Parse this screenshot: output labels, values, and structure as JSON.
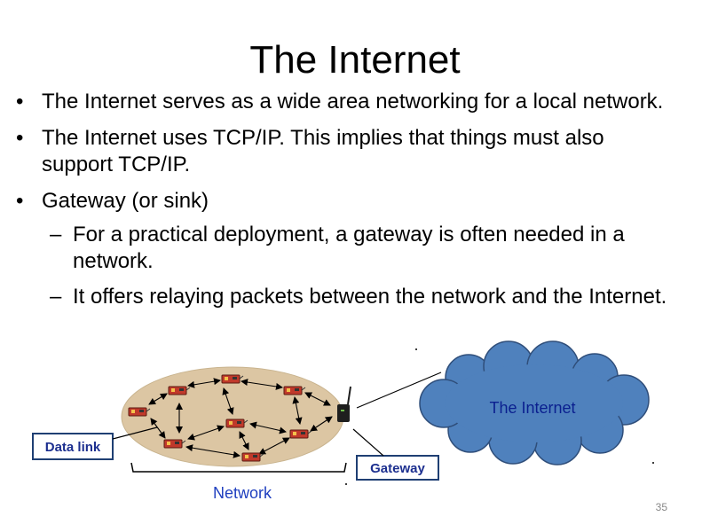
{
  "slide": {
    "title": "The Internet",
    "bullets": [
      "The Internet serves as a wide area networking for a local network.",
      "The Internet uses TCP/IP. This implies that things must also support TCP/IP.",
      "Gateway (or sink)"
    ],
    "sub_bullets": [
      "For a practical deployment, a gateway is often needed in a network.",
      "It offers relaying packets between the network and the Internet."
    ],
    "page_number": "35"
  },
  "diagram": {
    "cloud_label": "The Internet",
    "data_link_label": "Data link",
    "gateway_label": "Gateway",
    "network_label": "Network",
    "colors": {
      "field": "#dcc6a3",
      "cloud": "#4f81bd",
      "cloud_outline": "#2f4e7a",
      "label_border": "#1f3f73",
      "label_text": "#1c2f8f",
      "network_text": "#1f3fbf",
      "cloud_text": "#0a1f8f",
      "node_body": "#c0392b"
    }
  }
}
